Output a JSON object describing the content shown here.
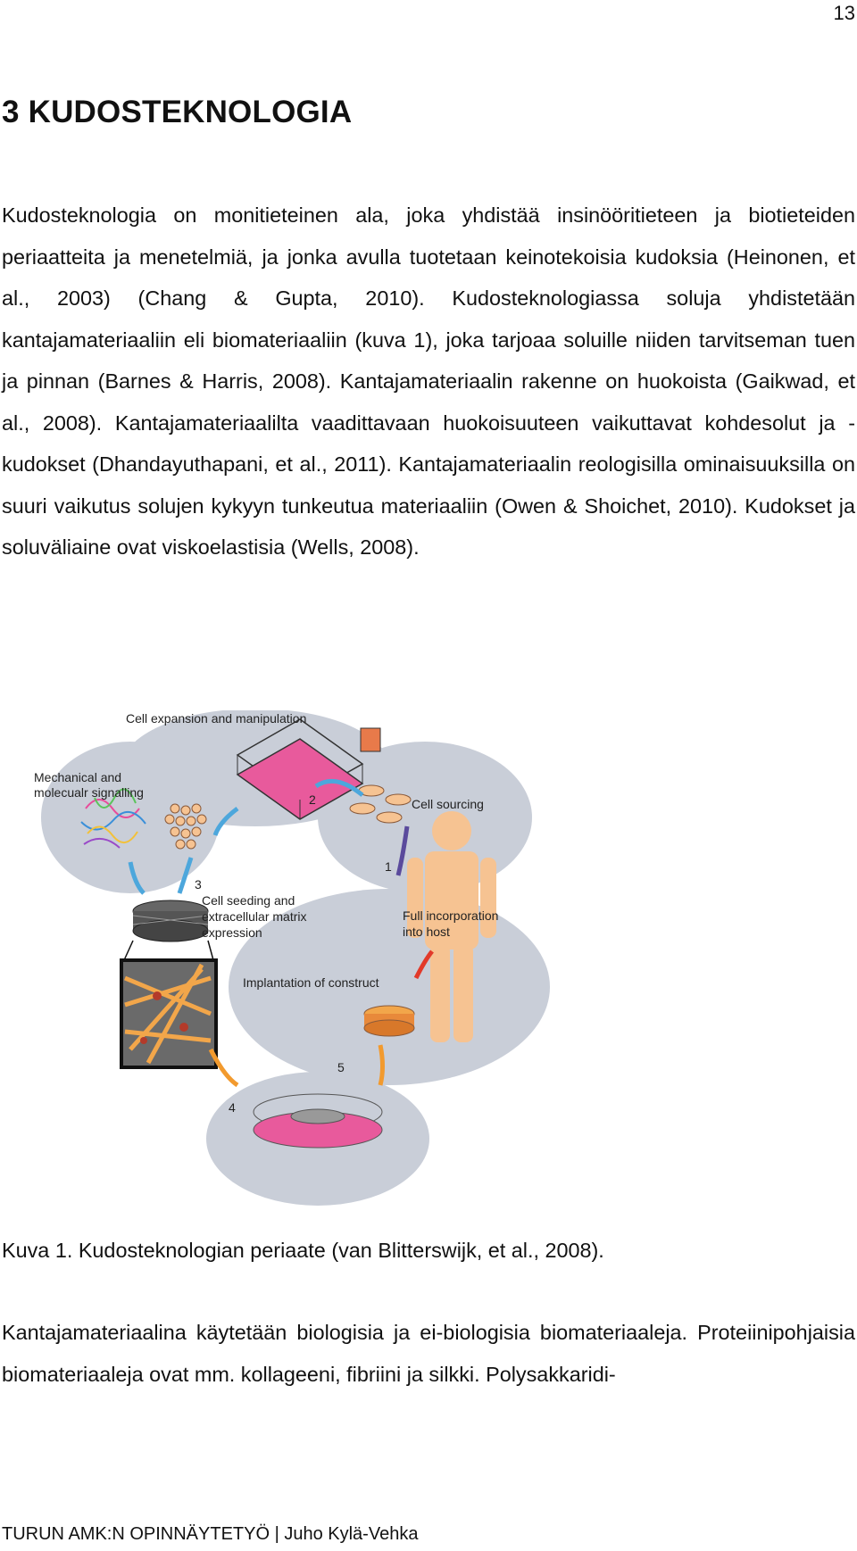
{
  "page": {
    "number": "13",
    "chapter_title": "3 KUDOSTEKNOLOGIA",
    "paragraph1": "Kudosteknologia on monitieteinen ala, joka yhdistää insinööritieteen ja biotieteiden periaatteita ja menetelmiä, ja jonka avulla tuotetaan keinotekoisia kudoksia (Heinonen, et al., 2003) (Chang & Gupta, 2010). Kudosteknologiassa soluja yhdistetään kantajamateriaaliin eli biomateriaaliin (kuva 1), joka tarjoaa soluille niiden tarvitseman tuen ja pinnan (Barnes & Harris, 2008). Kantajamateriaalin rakenne on huokoista (Gaikwad, et al., 2008). Kantajamateriaalilta vaadittavaan huokoisuuteen vaikuttavat kohdesolut ja -kudokset (Dhandayuthapani, et al., 2011). Kantajamateriaalin reologisilla ominaisuuksilla on suuri vaikutus solujen kykyyn tunkeutua materiaaliin (Owen & Shoichet, 2010). Kudokset ja soluväliaine ovat viskoelastisia (Wells, 2008).",
    "caption": "Kuva 1. Kudosteknologian periaate (van Blitterswijk, et al., 2008).",
    "paragraph2": "Kantajamateriaalina käytetään biologisia ja ei-biologisia biomateriaaleja. Proteiinipohjaisia biomateriaaleja ovat mm. kollageeni, fibriini ja silkki. Polysakkaridi-",
    "footer": "TURUN AMK:N OPINNÄYTETYÖ | Juho Kylä-Vehka"
  },
  "figure": {
    "labels": {
      "cell_expansion": "Cell expansion and manipulation",
      "mechanical_1": "Mechanical and",
      "mechanical_2": "molecualr signalling",
      "cell_sourcing": "Cell sourcing",
      "seeding_1": "Cell seeding and",
      "seeding_2": "extracellular matrix",
      "seeding_3": "expression",
      "full_1": "Full incorporation",
      "full_2": "into host",
      "implantation": "Implantation of construct"
    },
    "steps": {
      "s1": "1",
      "s2": "2",
      "s3": "3",
      "s4": "4",
      "s5": "5"
    },
    "colors": {
      "bubble": "#c9ced8",
      "body": "#f6c392",
      "flask": "#e85a9c",
      "arrow_blue": "#4da7dc",
      "arrow_orange": "#f29a2e",
      "arrow_red": "#e23a2a",
      "arrow_purple": "#5a4a9c"
    }
  }
}
